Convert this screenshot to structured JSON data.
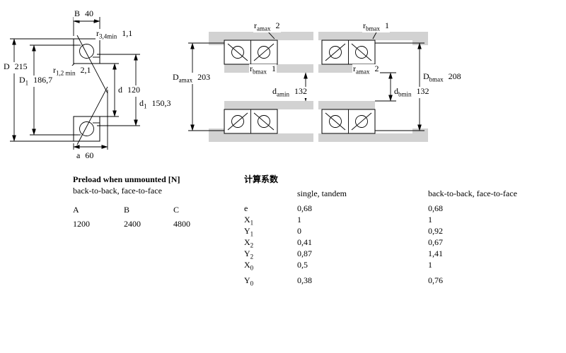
{
  "colors": {
    "gray": "#d2d2d2",
    "line": "#000000"
  },
  "drawings": {
    "single": {
      "dims": {
        "B": {
          "sym": "B",
          "sub": "",
          "val": "40"
        },
        "r34": {
          "sym": "r",
          "sub": "3,4min",
          "val": "1,1"
        },
        "D": {
          "sym": "D",
          "sub": "",
          "val": "215"
        },
        "r12": {
          "sym": "r",
          "sub": "1,2 min",
          "val": "2,1"
        },
        "D1": {
          "sym": "D",
          "sub": "1",
          "val": "186,7"
        },
        "d": {
          "sym": "d",
          "sub": "",
          "val": "120"
        },
        "d1": {
          "sym": "d",
          "sub": "1",
          "val": "150,3"
        },
        "a": {
          "sym": "a",
          "sub": "",
          "val": "60"
        }
      }
    },
    "pair_a": {
      "dims": {
        "ramax": {
          "sym": "r",
          "sub": "amax",
          "val": "2"
        },
        "rbmax": {
          "sym": "r",
          "sub": "bmax",
          "val": "1"
        },
        "Damax": {
          "sym": "D",
          "sub": "amax",
          "val": "203"
        },
        "damin": {
          "sym": "d",
          "sub": "amin",
          "val": "132"
        }
      }
    },
    "pair_b": {
      "dims": {
        "rbmax": {
          "sym": "r",
          "sub": "bmax",
          "val": "1"
        },
        "ramax": {
          "sym": "r",
          "sub": "amax",
          "val": "2"
        },
        "Dbmax": {
          "sym": "D",
          "sub": "bmax",
          "val": "208"
        },
        "dbmin": {
          "sym": "d",
          "sub": "bmin",
          "val": "132"
        }
      }
    }
  },
  "preload": {
    "title": "Preload when unmounted [N]",
    "subtitle": "back-to-back, face-to-face",
    "headers": [
      "A",
      "B",
      "C"
    ],
    "values": [
      "1200",
      "2400",
      "4800"
    ]
  },
  "factors": {
    "title": "计算系数",
    "col1": "single, tandem",
    "col2": "back-to-back, face-to-face",
    "rows": [
      {
        "sym": "e",
        "sub": "",
        "v1": "0,68",
        "v2": "0,68"
      },
      {
        "sym": "X",
        "sub": "1",
        "v1": "1",
        "v2": "1"
      },
      {
        "sym": "Y",
        "sub": "1",
        "v1": "0",
        "v2": "0,92"
      },
      {
        "sym": "X",
        "sub": "2",
        "v1": "0,41",
        "v2": "0,67"
      },
      {
        "sym": "Y",
        "sub": "2",
        "v1": "0,87",
        "v2": "1,41"
      },
      {
        "sym": "X",
        "sub": "0",
        "v1": "0,5",
        "v2": "1"
      },
      {
        "sym": "Y",
        "sub": "0",
        "v1": "0,38",
        "v2": "0,76"
      }
    ]
  }
}
